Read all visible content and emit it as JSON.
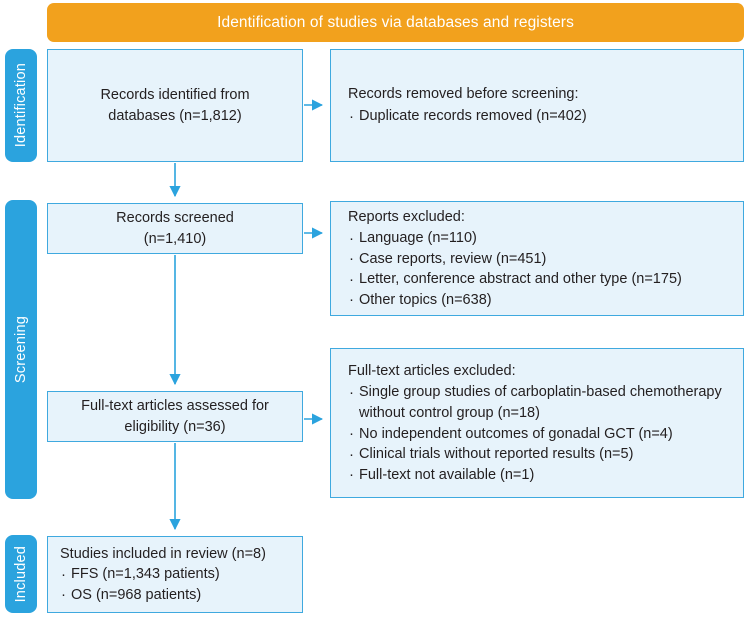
{
  "diagram": {
    "type": "prisma-flow-diagram",
    "banner": {
      "label": "Identification of studies via databases and registers",
      "color": "#F2A11D"
    },
    "stages": [
      {
        "id": "identification",
        "label": "Identification",
        "color": "#2BA3DE"
      },
      {
        "id": "screening",
        "label": "Screening",
        "color": "#2BA3DE"
      },
      {
        "id": "included",
        "label": "Included",
        "color": "#2BA3DE"
      }
    ],
    "box_colors": {
      "fill": "#E7F3FB",
      "border": "#3FA9DF",
      "text": "#231F20",
      "connector": "#2BA3DE"
    },
    "boxes": {
      "records_identified": {
        "title": "Records identified from\ndatabases (n=1,812)"
      },
      "records_removed": {
        "title": "Records removed before screening:",
        "items": [
          "Duplicate records removed (n=402)"
        ]
      },
      "records_screened": {
        "title": "Records screened\n(n=1,410)"
      },
      "reports_excluded": {
        "title": "Reports excluded:",
        "items": [
          "Language (n=110)",
          "Case reports, review (n=451)",
          "Letter, conference abstract and other type (n=175)",
          "Other topics (n=638)"
        ]
      },
      "fulltext_assessed": {
        "title": "Full-text articles assessed for\neligibility (n=36)"
      },
      "fulltext_excluded": {
        "title": "Full-text articles excluded:",
        "items": [
          "Single group studies of carboplatin-based chemotherapy without control group (n=18)",
          "No independent outcomes of gonadal GCT (n=4)",
          "Clinical trials without reported results (n=5)",
          "Full-text not available (n=1)"
        ]
      },
      "studies_included": {
        "title": "Studies included in review (n=8)",
        "items": [
          "FFS (n=1,343 patients)",
          "OS (n=968 patients)"
        ]
      }
    }
  }
}
